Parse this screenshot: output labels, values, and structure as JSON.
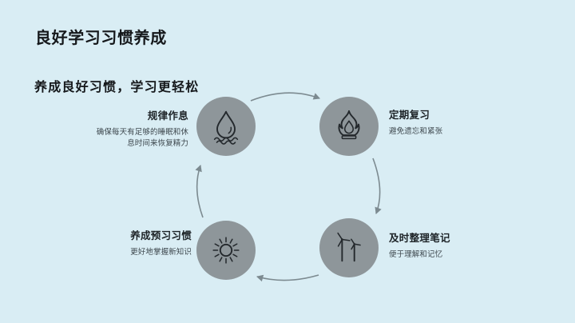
{
  "slide": {
    "title": "良好学习习惯养成",
    "subtitle": "养成良好习惯，学习更轻松"
  },
  "colors": {
    "background": "#d9edf4",
    "circle_fill": "#8e969a",
    "icon_stroke": "#24292d",
    "arrow": "#7c8a90",
    "heading_text": "#15181b",
    "node_title_text": "#1d2327",
    "node_desc_text": "#3d474d"
  },
  "cycle": {
    "flow_direction": "clockwise",
    "nodes": [
      {
        "position": "top-left",
        "icon": "water-drop-icon",
        "title": "规律作息",
        "desc": "确保每天有足够的睡眠和休息时间来恢复精力"
      },
      {
        "position": "top-right",
        "icon": "flame-icon",
        "title": "定期复习",
        "desc": "避免遗忘和紧张"
      },
      {
        "position": "bottom-right",
        "icon": "wind-turbine-icon",
        "title": "及时整理笔记",
        "desc": "便于理解和记忆"
      },
      {
        "position": "bottom-left",
        "icon": "sun-icon",
        "title": "养成预习习惯",
        "desc": "更好地掌握新知识"
      }
    ]
  }
}
